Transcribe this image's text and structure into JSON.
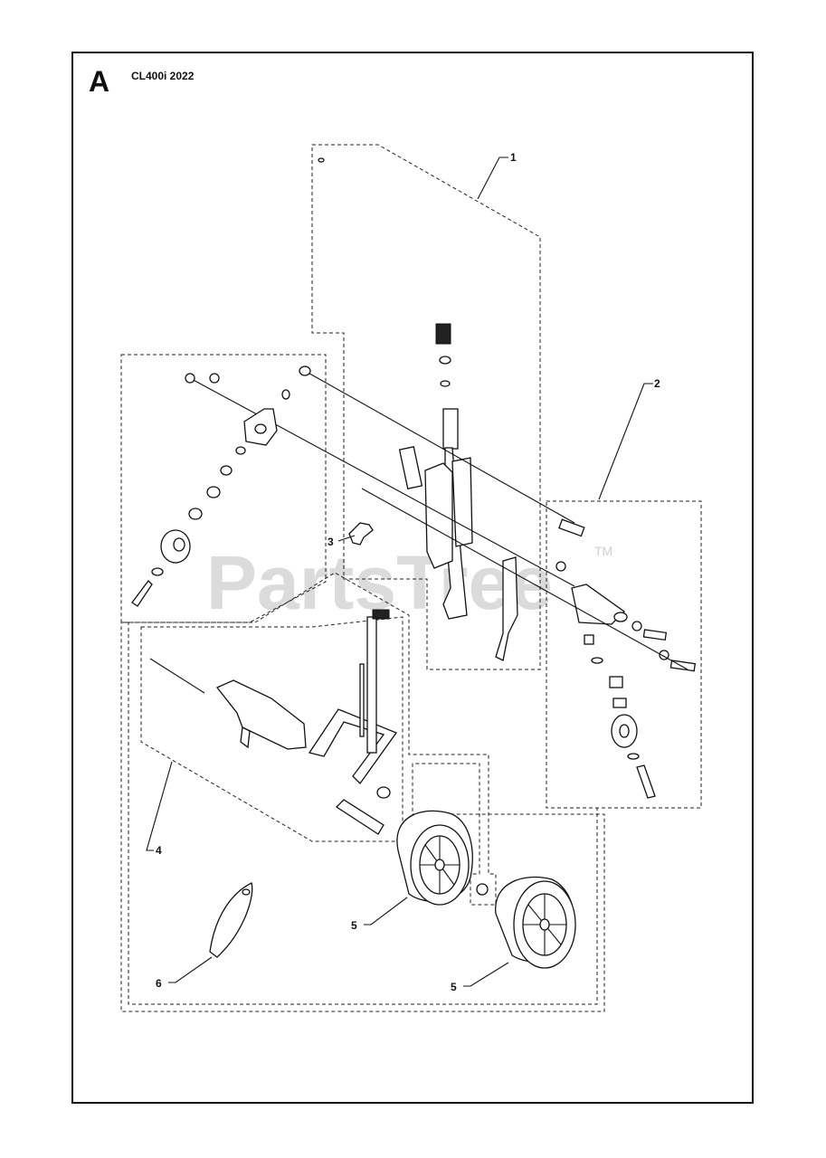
{
  "header": {
    "section_letter": "A",
    "model": "CL400i 2022"
  },
  "watermark": {
    "text": "PartsTree",
    "trademark": "TM"
  },
  "callouts": [
    {
      "id": "c1",
      "label": "1"
    },
    {
      "id": "c2",
      "label": "2"
    },
    {
      "id": "c3",
      "label": "3"
    },
    {
      "id": "c4",
      "label": "4"
    },
    {
      "id": "c5a",
      "label": "5"
    },
    {
      "id": "c5b",
      "label": "5"
    },
    {
      "id": "c6",
      "label": "6"
    }
  ],
  "colors": {
    "line": "#111111",
    "watermark": "#cfcfcf",
    "background": "#ffffff"
  }
}
